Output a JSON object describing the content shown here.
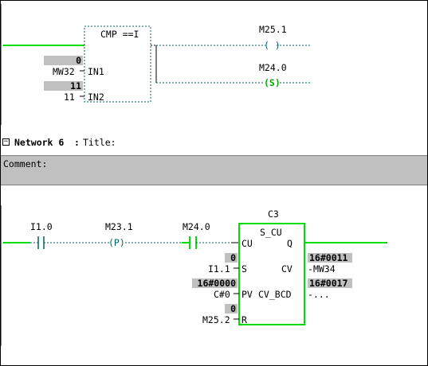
{
  "network5": {
    "cmp": {
      "title": "CMP ==I",
      "in1_pin": "IN1",
      "in2_pin": "IN2",
      "in1_value": "0",
      "in1_operand": "MW32",
      "in2_value": "11",
      "in2_operand": "11"
    },
    "coil_m25_1": {
      "operand": "M25.1",
      "symbol": "( )"
    },
    "coil_m24_0": {
      "operand": "M24.0",
      "symbol": "(S)"
    }
  },
  "network6": {
    "label": "Network 6",
    "colon": ":",
    "title": "Title:",
    "comment_label": "Comment:",
    "contact_i1_0": {
      "operand": "I1.0"
    },
    "coil_m23_1": {
      "operand": "M23.1",
      "symbol": "(P)"
    },
    "contact_m24_0": {
      "operand": "M24.0"
    },
    "counter": {
      "name": "C3",
      "type": "S_CU",
      "pin_cu": "CU",
      "pin_q": "Q",
      "pin_s": "S",
      "pin_cv": "CV",
      "pin_pv": "PV",
      "pin_cv_bcd": "CV_BCD",
      "pin_r": "R",
      "s_value": "0",
      "s_operand": "I1.1",
      "pv_value": "16#0000",
      "pv_operand": "C#0",
      "r_value": "0",
      "r_operand": "M25.2",
      "cv_value": "16#0011",
      "cv_operand": "MW34",
      "cvbcd_value": "16#0017",
      "cvbcd_operand": "..."
    }
  },
  "colors": {
    "power_flow": "#00dd00",
    "wire": "#000000",
    "value_bg": "#c0c0c0",
    "comment_bg": "#c0c0c0"
  }
}
